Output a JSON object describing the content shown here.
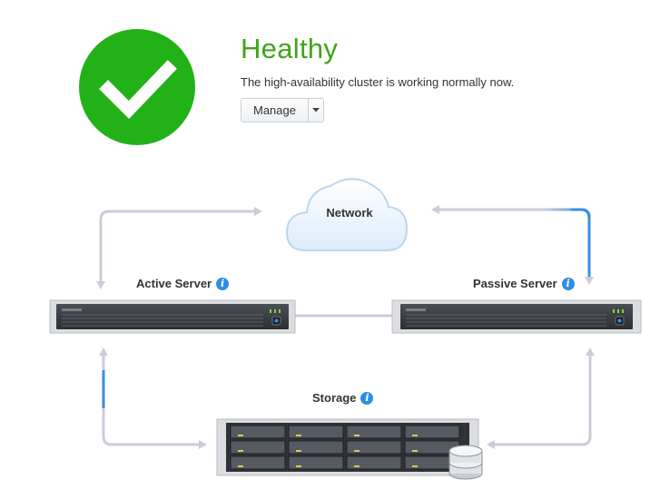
{
  "status": {
    "title": "Healthy",
    "description": "The high-availability cluster is working normally now.",
    "icon": "check-circle-icon",
    "color": "#22b117"
  },
  "actions": {
    "manage_label": "Manage",
    "dropdown_icon": "caret-down-icon"
  },
  "diagram": {
    "network_label": "Network",
    "active_server_label": "Active Server",
    "passive_server_label": "Passive Server",
    "storage_label": "Storage",
    "info_glyph": "i",
    "connector_color": "#c9cdd8",
    "active_link_color": "#3a8de0"
  }
}
